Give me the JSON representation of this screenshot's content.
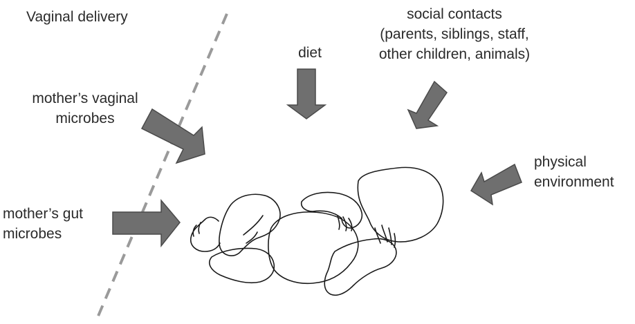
{
  "labels": {
    "vaginal_delivery": "Vaginal delivery",
    "diet": "diet",
    "social_contacts": "social contacts\n(parents, siblings, staff,\nother children, animals)",
    "mothers_vaginal_microbes": "mother’s vaginal\nmicrobes",
    "physical_environment": "physical\nenvironment",
    "mothers_gut_microbes": "mother’s gut\nmicrobes"
  },
  "colors": {
    "arrow_fill": "#6f6f6f",
    "arrow_stroke": "#4a4a4a",
    "divider": "#9a9a9a",
    "infant_outline": "#1a1a1a",
    "text": "#2a2a2a"
  },
  "icons": {
    "infant": "infant-outline-drawing",
    "arrows": "block-arrow"
  }
}
